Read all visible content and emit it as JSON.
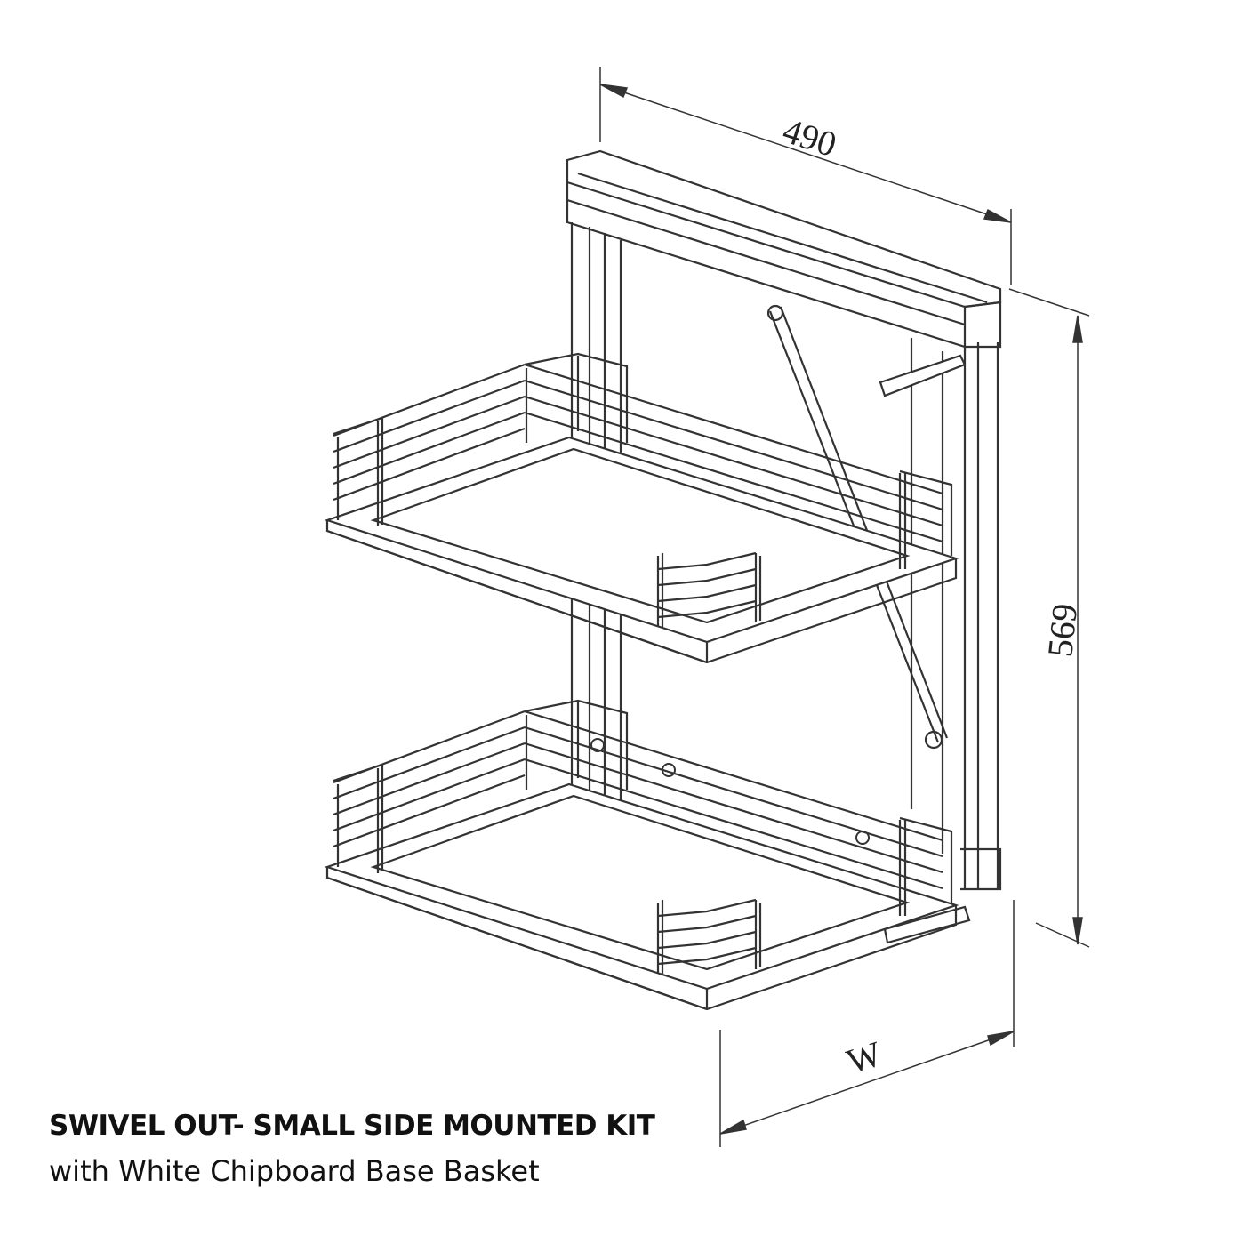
{
  "caption": {
    "title": "SWIVEL OUT- SMALL SIDE MOUNTED KIT",
    "subtitle": "with White Chipboard Base Basket"
  },
  "dimensions": {
    "depth": "490",
    "height": "569",
    "width": "W"
  },
  "colors": {
    "line": "#333333",
    "background": "#ffffff"
  }
}
